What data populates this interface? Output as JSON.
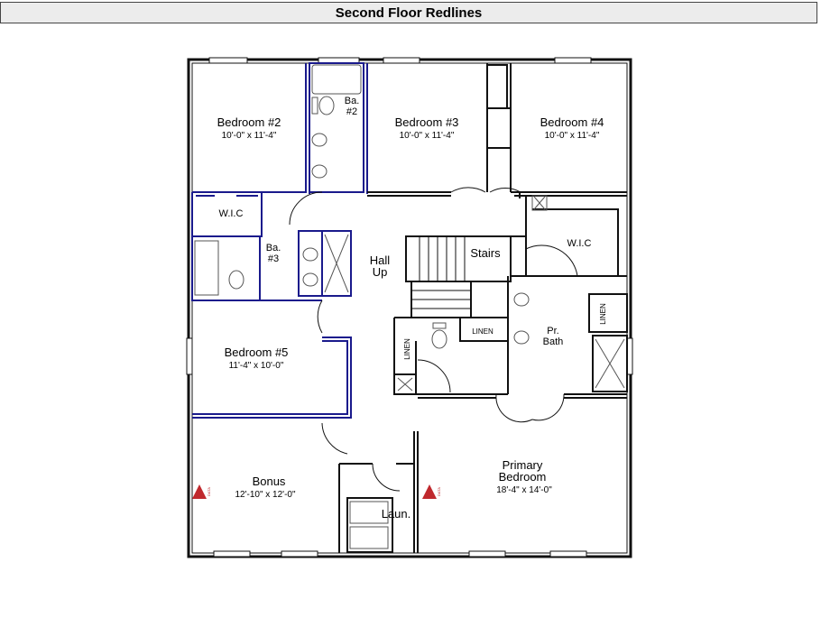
{
  "title": "Second Floor Redlines",
  "rooms": {
    "bedroom2": {
      "name": "Bedroom #2",
      "dim": "10'-0\" x 11'-4\""
    },
    "bedroom3": {
      "name": "Bedroom #3",
      "dim": "10'-0\" x 11'-4\""
    },
    "bedroom4": {
      "name": "Bedroom #4",
      "dim": "10'-0\" x 11'-4\""
    },
    "bedroom5": {
      "name": "Bedroom #5",
      "dim": "11'-4\" x 10'-0\""
    },
    "bonus": {
      "name": "Bonus",
      "dim": "12'-10\" x 12'-0\""
    },
    "primary": {
      "name1": "Primary",
      "name2": "Bedroom",
      "dim": "18'-4\" x 14'-0\""
    },
    "ba2": {
      "l1": "Ba.",
      "l2": "#2"
    },
    "ba3": {
      "l1": "Ba.",
      "l2": "#3"
    },
    "hall": {
      "l1": "Hall",
      "l2": "Up"
    },
    "stairs": "Stairs",
    "wic_left": "W.I.C",
    "wic_right": "W.I.C",
    "pr_bath": {
      "l1": "Pr.",
      "l2": "Bath"
    },
    "laundry": "Laun.",
    "linen_center": "LINEN",
    "linen_left": "LINEN",
    "linen_right": "LINEN"
  },
  "markers": {
    "label": "DATA",
    "color": "#c0282d"
  },
  "colors": {
    "wall": "#111111",
    "redline": "#1a1a8c",
    "fixture": "#555555"
  }
}
